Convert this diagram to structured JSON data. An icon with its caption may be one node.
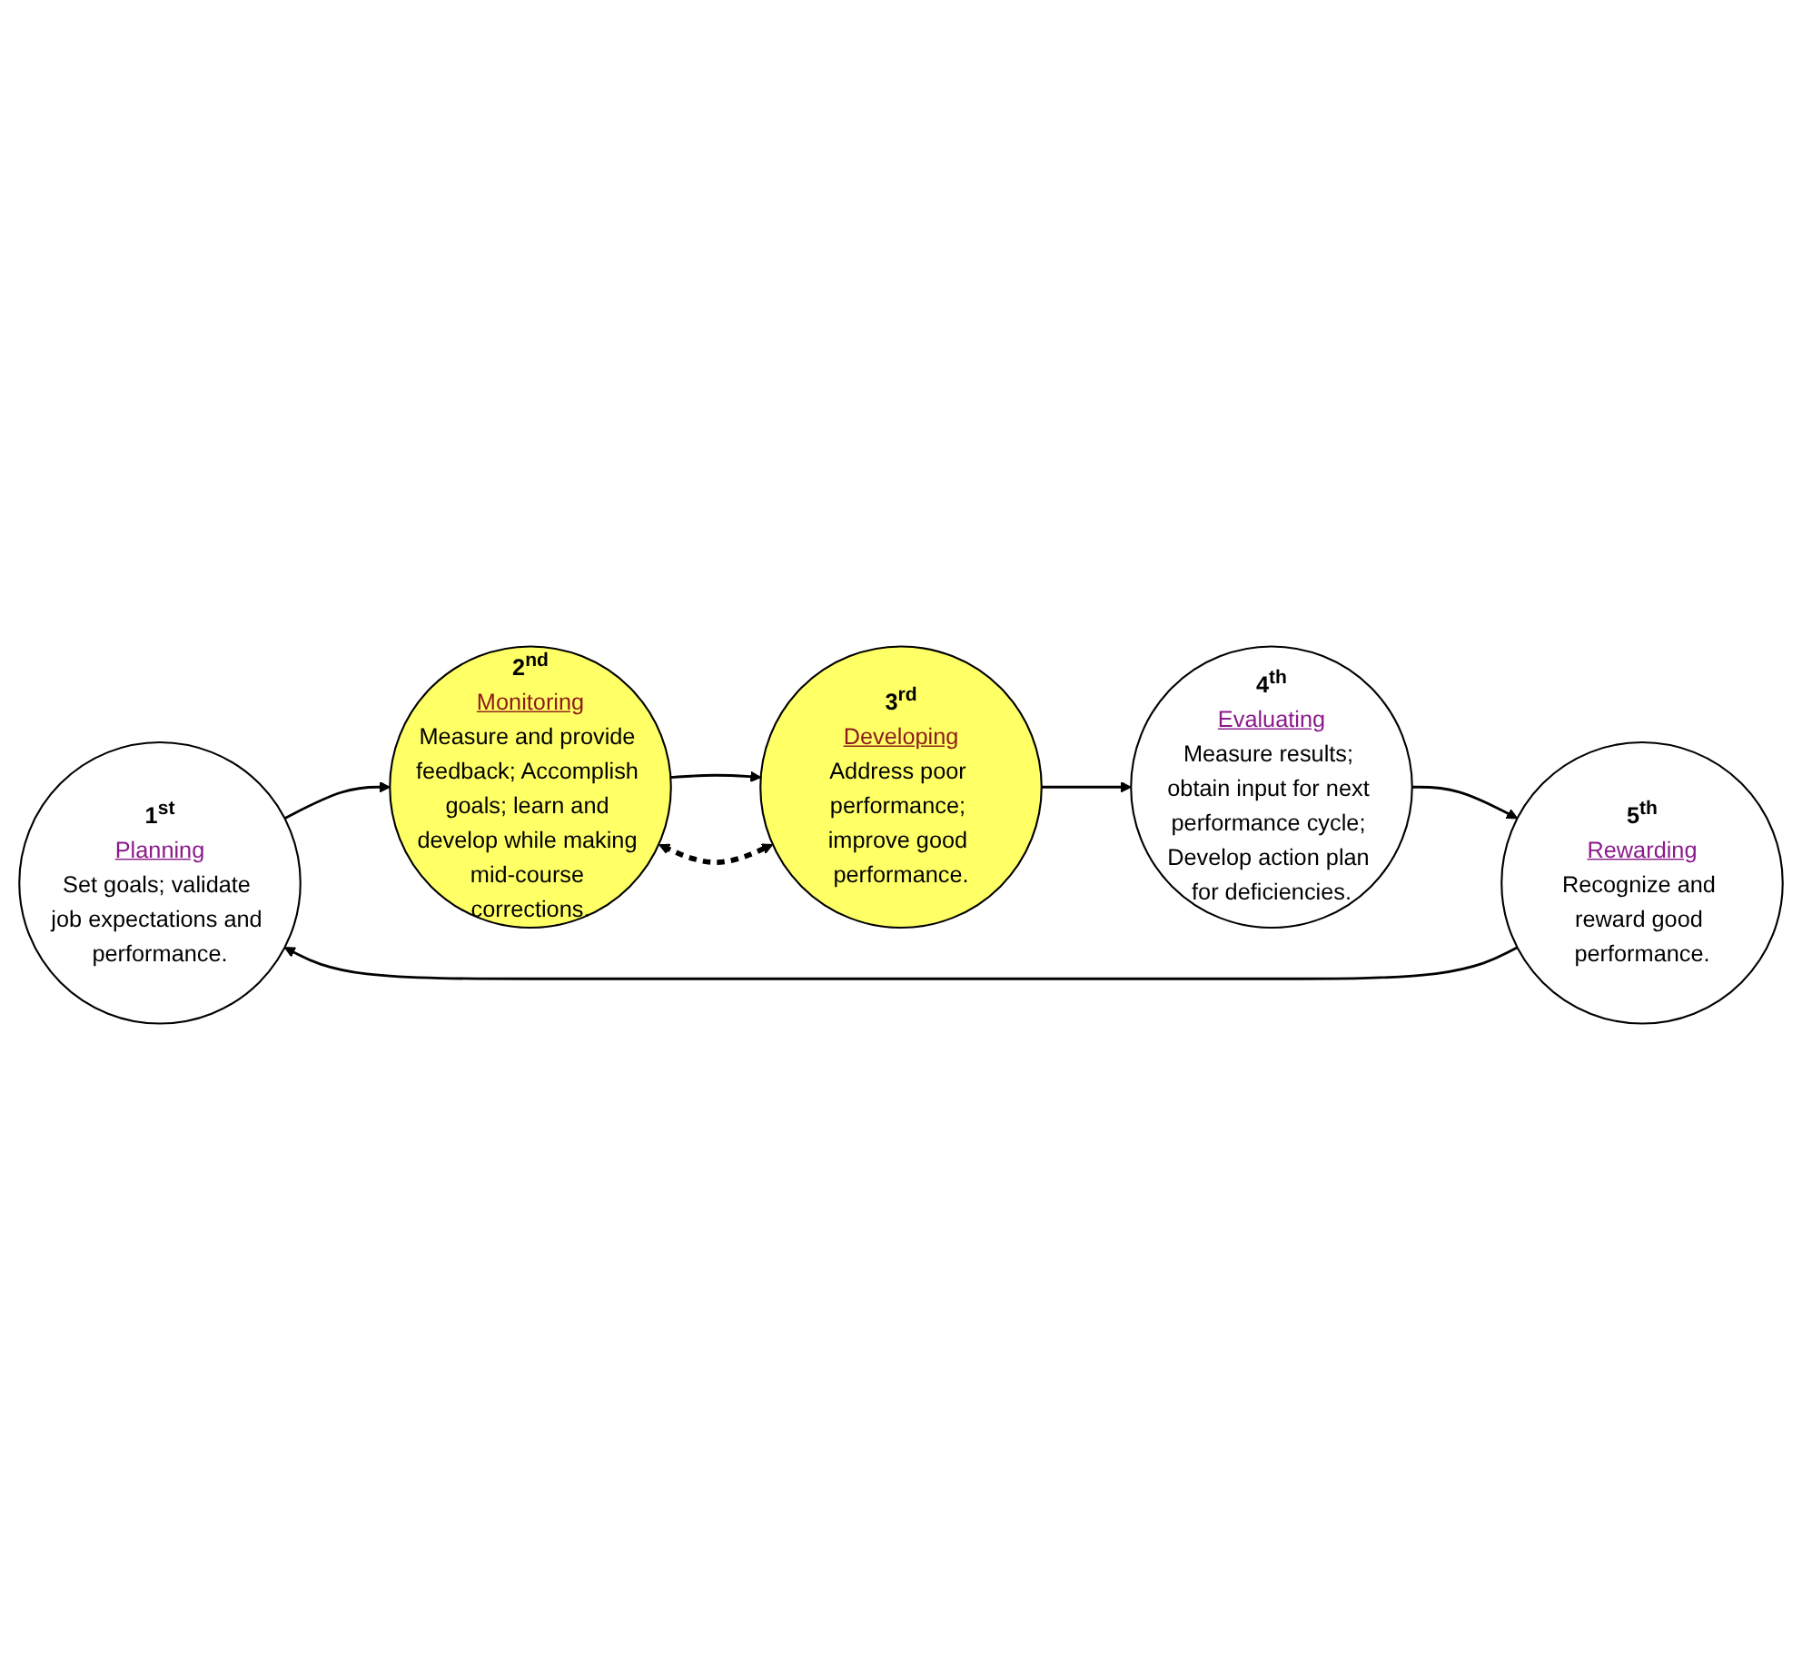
{
  "diagram": {
    "nodes": [
      {
        "text": [
          "1$^{st}$",
          "Planning",
          "Set goals; validate job expectations and performance."
        ]
      },
      {
        "text": [
          "2$^{nd}$",
          "Monitoring",
          "Measure and provide feedback; Accomplish goals; learn and develop while making mid-course corrections."
        ]
      },
      {
        "text": [
          "3$^{rd}$",
          "Developing",
          "Address poor performance; improve good performance."
        ]
      },
      {
        "text": [
          "4$^{th}$",
          "Evaluating",
          "Measure results; obtain input for next performance cycle; Develop action plan for deficiencies."
        ]
      },
      {
        "text": [
          "5$^{th}$",
          "Rewarding",
          "Recognize and reward good performance."
        ]
      }
    ],
    "edges": [
      {
        "from": 0,
        "to": 1,
        "arrow": "to"
      },
      {
        "from": 1,
        "to": 2,
        "arrow": "to"
      },
      {
        "from": 2,
        "to": 3,
        "arrow": "to"
      },
      {
        "from": 3,
        "to": 4,
        "arrow": "to"
      },
      {
        "from": 4,
        "to": 0,
        "arrow": "to"
      },
      {
        "from": 1,
        "to": 2,
        "arrow": "both",
        "style": "dashed"
      }
    ]
  }
}
